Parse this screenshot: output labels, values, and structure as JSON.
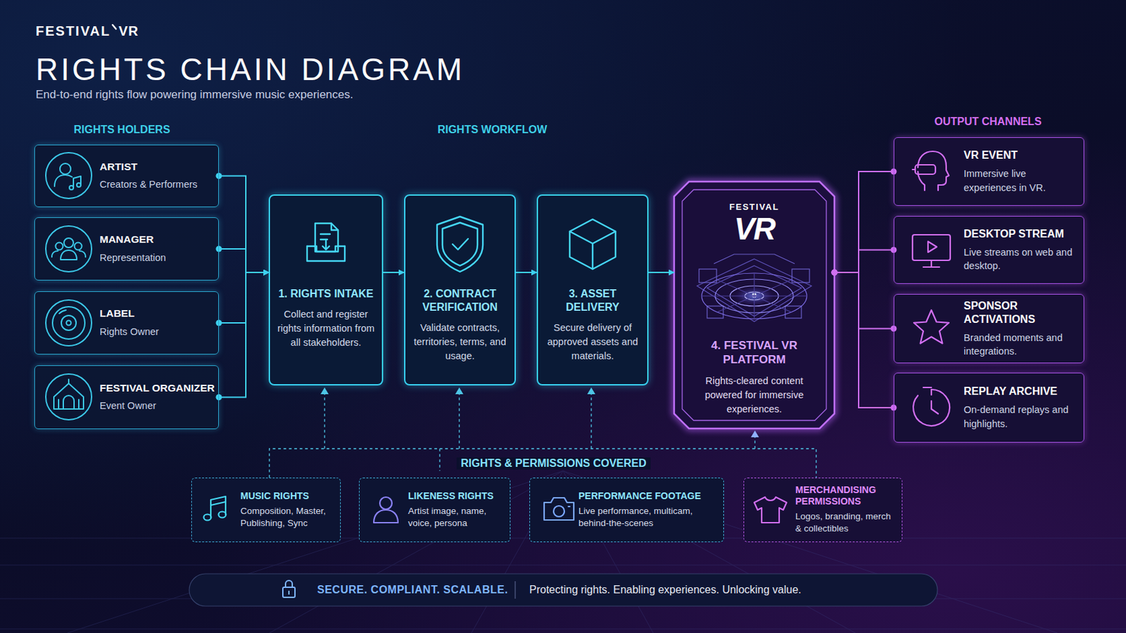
{
  "diagram": {
    "title": "RIGHTS CHAIN DIAGRAM",
    "caption": "End-to-end rights flow powering immersive music experiences.",
    "nodes": [
      {
        "text": [
          "ARTIST",
          "Creators & Performers"
        ]
      },
      {
        "text": [
          "MANAGER",
          "Representation"
        ]
      },
      {
        "text": [
          "LABEL",
          "Rights Owner"
        ]
      },
      {
        "text": [
          "FESTIVAL ORGANIZER",
          "Event Owner"
        ]
      },
      {
        "text": [
          "1. RIGHTS INTAKE",
          "Collect and register rights information from all stakeholders."
        ]
      },
      {
        "text": [
          "2. CONTRACT VERIFICATION",
          "Validate contracts, territories, terms, and usage."
        ]
      },
      {
        "text": [
          "3. ASSET DELIVERY",
          "Secure delivery of approved assets and materials."
        ]
      },
      {
        "text": [
          "FESTIVAL",
          "VR",
          "4. FESTIVAL VR PLATFORM",
          "Rights-cleared content powered for immersive experiences."
        ]
      },
      {
        "text": [
          "VR EVENT",
          "Immersive live experiences in VR."
        ]
      },
      {
        "text": [
          "DESKTOP STREAM",
          "Live streams on web and desktop."
        ]
      },
      {
        "text": [
          "SPONSOR ACTIVATIONS",
          "Branded moments and integrations."
        ]
      },
      {
        "text": [
          "REPLAY ARCHIVE",
          "On-demand replays and highlights."
        ]
      },
      {
        "text": [
          "MUSIC RIGHTS",
          "Composition, Master, Publishing, Sync"
        ]
      },
      {
        "text": [
          "LIKENESS RIGHTS",
          "Artist image, name, voice, persona"
        ]
      },
      {
        "text": [
          "PERFORMANCE FOOTAGE",
          "Live performance, multicam, behind-the-scenes"
        ]
      },
      {
        "text": [
          "MERCHANDISING PERMISSIONS",
          "Logos, branding, merch & collectibles"
        ]
      },
      {
        "text": [
          "SECURE. COMPLIANT. SCALABLE.",
          "Protecting rights. Enabling experiences. Unlocking value."
        ]
      }
    ],
    "edges": [
      {
        "from": 0,
        "to": 4,
        "arrow": "to"
      },
      {
        "from": 1,
        "to": 4,
        "arrow": "to"
      },
      {
        "from": 2,
        "to": 4,
        "arrow": "to"
      },
      {
        "from": 3,
        "to": 4,
        "arrow": "to"
      },
      {
        "from": 4,
        "to": 5,
        "arrow": "to"
      },
      {
        "from": 5,
        "to": 6,
        "arrow": "to"
      },
      {
        "from": 6,
        "to": 7,
        "arrow": "to"
      },
      {
        "from": 7,
        "to": 8,
        "arrow": "none"
      },
      {
        "from": 7,
        "to": 9,
        "arrow": "none"
      },
      {
        "from": 7,
        "to": 10,
        "arrow": "none"
      },
      {
        "from": 7,
        "to": 11,
        "arrow": "none"
      }
    ],
    "labels": [
      "FESTIVAL",
      "VR",
      "RIGHTS HOLDERS",
      "RIGHTS WORKFLOW",
      "OUTPUT CHANNELS",
      "RIGHTS & PERMISSIONS COVERED"
    ]
  }
}
